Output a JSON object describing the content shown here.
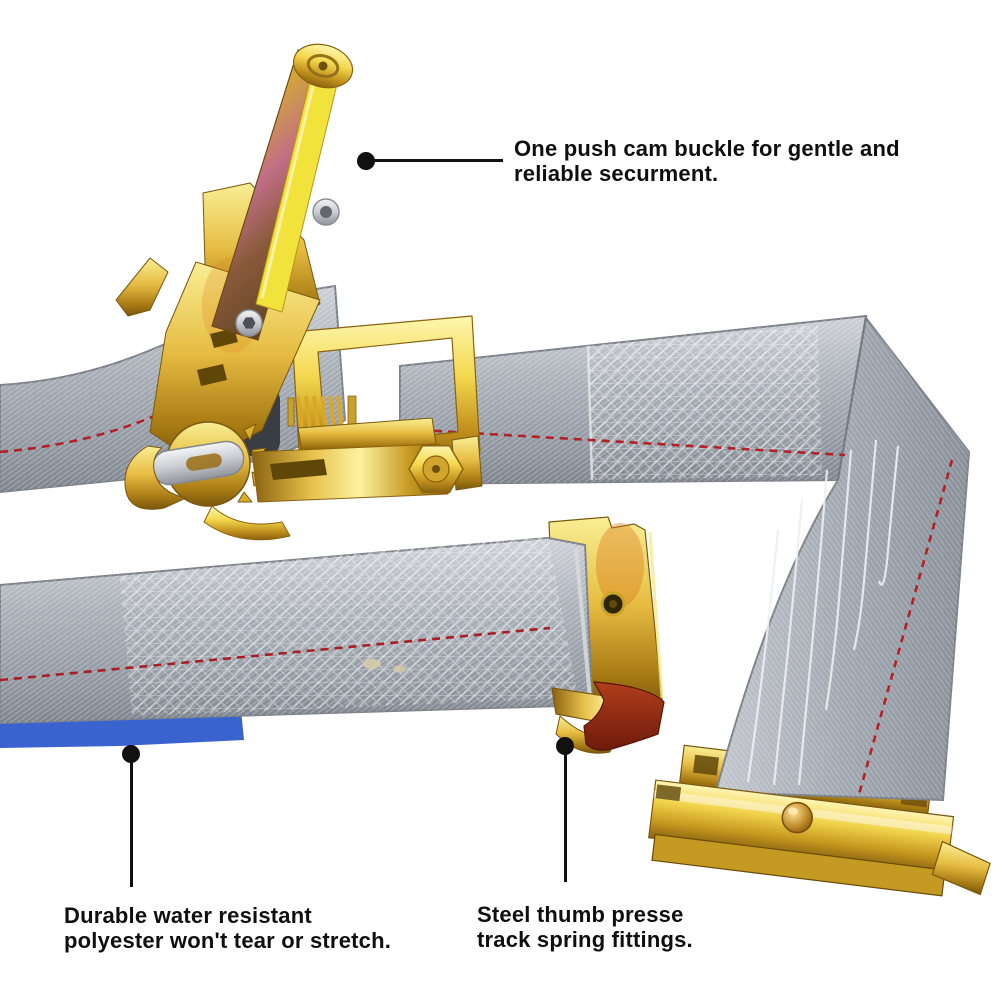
{
  "callouts": {
    "cam_buckle": {
      "line1": "One push cam buckle for gentle and",
      "line2": "reliable securment."
    },
    "polyester": {
      "line1": "Durable water resistant",
      "line2": "polyester won't tear or stretch."
    },
    "fittings": {
      "line1": "Steel thumb presse",
      "line2": "track spring fittings."
    }
  },
  "colors": {
    "background": "#ffffff",
    "annotation": "#111111",
    "strap_gray": "#a9aeb6",
    "strap_highlight": "#d5d8dd",
    "stitch_red": "#b42028",
    "stitch_white": "#eef0f2",
    "metal_gold": "#d9a92e",
    "metal_gold_light": "#f5e67a",
    "metal_gold_dark": "#8a6210",
    "metal_silver": "#d8dade",
    "label_blue": "#3a63d0",
    "clip_red_brown": "#8a2512",
    "spool_dark": "#3a3d43"
  }
}
